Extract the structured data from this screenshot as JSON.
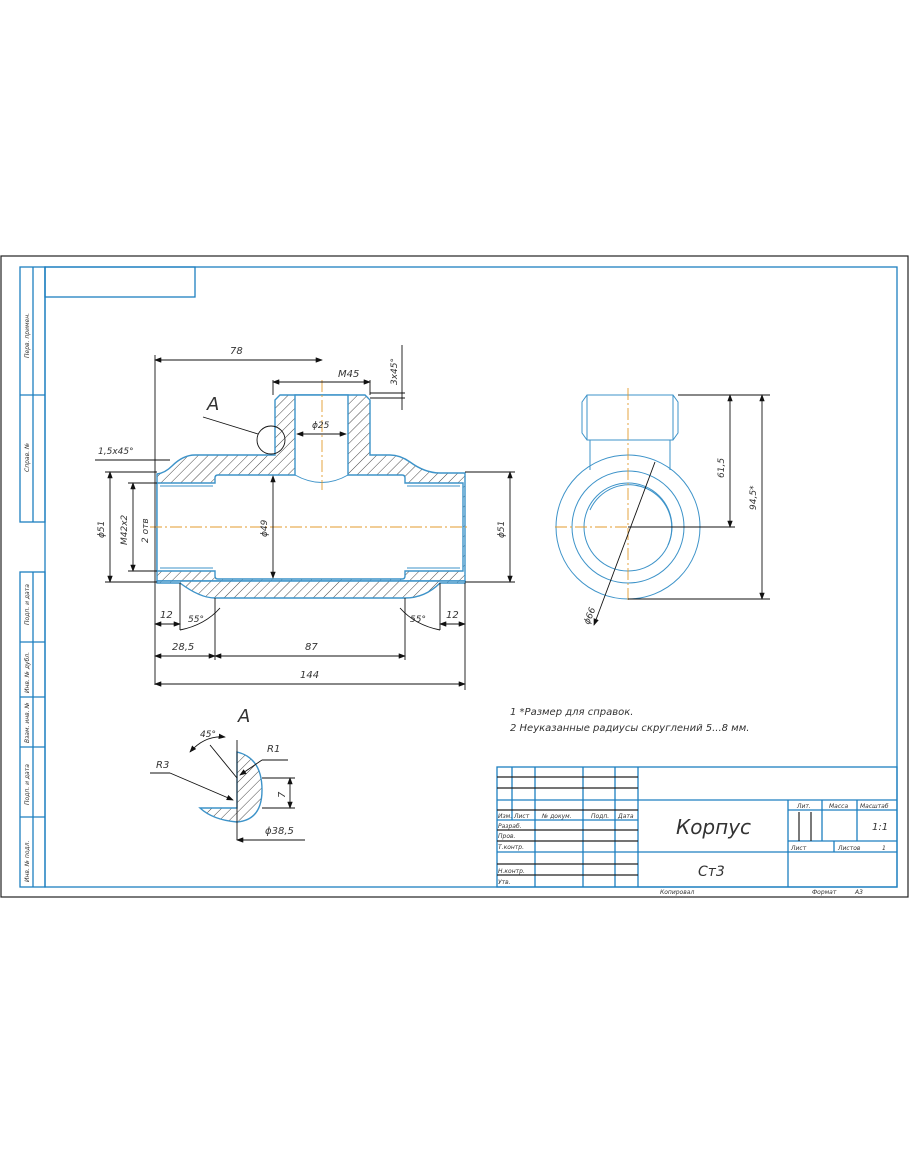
{
  "drawing": {
    "main_view": {
      "dims": {
        "d78": "78",
        "m45": "M45",
        "ch3x45": "3x45°",
        "d25": "ϕ25",
        "ch15x45": "1,5x45°",
        "d51_left": "ϕ51",
        "m42": "M42x2",
        "holes": "2 отв",
        "d49": "ϕ49",
        "d51_right": "ϕ51",
        "d12_left": "12",
        "a55_left": "55°",
        "a55_right": "55°",
        "d12_right": "12",
        "d28_5": "28,5",
        "d87": "87",
        "d144": "144"
      },
      "callout": "A"
    },
    "side_view": {
      "dims": {
        "d61_5": "61,5",
        "d94_5": "94,5*",
        "d66": "ϕ66"
      }
    },
    "detail_a": {
      "label": "A",
      "dims": {
        "a45": "45°",
        "r1": "R1",
        "r3": "R3",
        "d7": "7",
        "d38_5": "ϕ38,5"
      }
    },
    "notes": [
      "1  *Размер для справок.",
      "2  Неуказанные радиусы скруглений 5...8 мм."
    ]
  },
  "left_strip": [
    "Перв. примен.",
    "Справ. №",
    "Подп. и дата",
    "Инв. № дубл.",
    "Взам. инв. №",
    "Подп. и дата",
    "Инв. № подл."
  ],
  "title_block": {
    "headers": [
      "Изм.",
      "Лист",
      "№ докум.",
      "Подп.",
      "Дата"
    ],
    "roles": [
      "Разраб.",
      "Пров.",
      "Т.контр.",
      "Н.контр.",
      "Утв."
    ],
    "name": "Корпус",
    "material": "Ст3",
    "lit_label": "Лит.",
    "mass_label": "Масса",
    "scale_label": "Масштаб",
    "scale": "1:1",
    "sheet_label": "Лист",
    "sheets_label": "Листов",
    "sheets": "1",
    "copied": "Копировал",
    "format_label": "Формат",
    "format": "A3"
  }
}
